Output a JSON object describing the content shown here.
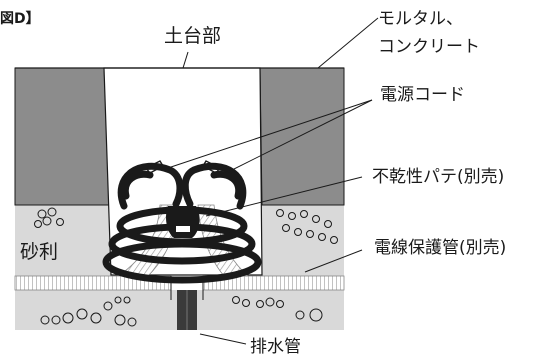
{
  "figure_label": "図D】",
  "labels": {
    "foundation": "土台部",
    "mortar_line1": "モルタル、",
    "mortar_line2": "コンクリート",
    "power_cord": "電源コード",
    "putty": "不乾性パテ(別売)",
    "gravel": "砂利",
    "conduit": "電線保護管(別売)",
    "drain_pipe": "排水管"
  },
  "colors": {
    "concrete_dark": "#8c8c8c",
    "gravel_light": "#d9d9d9",
    "opening_white": "#ffffff",
    "conduit_stripe": "#bdbdbd",
    "outline": "#1a1a1a",
    "pipe": "#3a3a3a"
  }
}
